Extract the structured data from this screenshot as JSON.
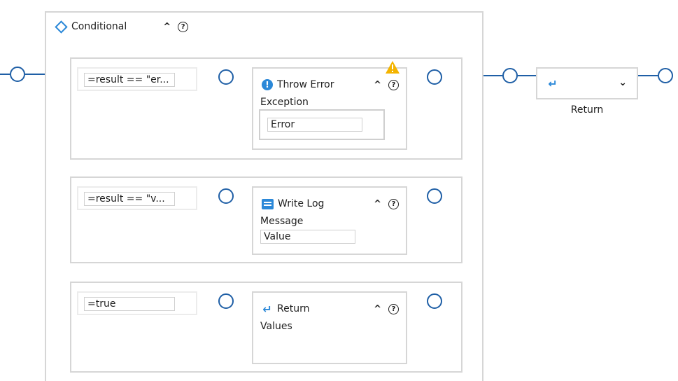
{
  "conditional": {
    "title": "Conditional",
    "collapse_glyph": "^",
    "help_glyph": "?"
  },
  "cases": [
    {
      "condition": "=result == \"er...",
      "activity": {
        "title": "Throw Error",
        "icon": "error-icon",
        "field_label": "Exception",
        "field_value": "Error",
        "has_warning": true
      }
    },
    {
      "condition": "=result == \"v...",
      "activity": {
        "title": "Write Log",
        "icon": "log-icon",
        "field_label": "Message",
        "field_value": "Value"
      }
    },
    {
      "condition": "=true",
      "activity": {
        "title": "Return",
        "icon": "return-icon",
        "field_label": "Values"
      }
    }
  ],
  "return_node": {
    "caption": "Return",
    "icon": "return-icon",
    "dropdown_glyph": "⌄"
  },
  "colors": {
    "accent": "#2b88d8",
    "wire": "#1f5fa6",
    "border": "#d6d6d6",
    "warning": "#f4b400"
  }
}
